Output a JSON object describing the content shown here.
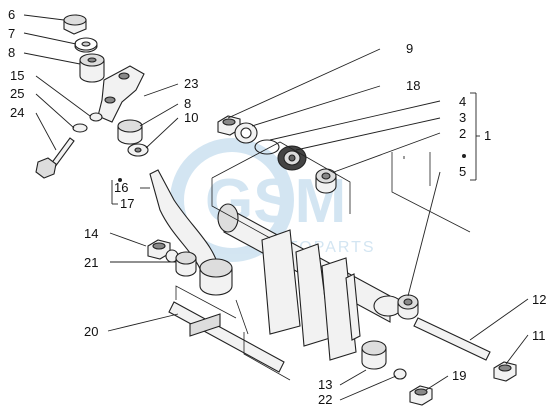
{
  "watermark": {
    "brand": "GSM",
    "sub": "MOTOPARTS",
    "color": "#cfe3f1"
  },
  "callouts": [
    {
      "id": "c6",
      "text": "6"
    },
    {
      "id": "c7",
      "text": "7"
    },
    {
      "id": "c8a",
      "text": "8"
    },
    {
      "id": "c15",
      "text": "15"
    },
    {
      "id": "c25",
      "text": "25"
    },
    {
      "id": "c24",
      "text": "24"
    },
    {
      "id": "c23",
      "text": "23"
    },
    {
      "id": "c8b",
      "text": "8"
    },
    {
      "id": "c10",
      "text": "10"
    },
    {
      "id": "c9",
      "text": "9"
    },
    {
      "id": "c18",
      "text": "18"
    },
    {
      "id": "c4",
      "text": "4"
    },
    {
      "id": "c3",
      "text": "3"
    },
    {
      "id": "c2",
      "text": "2"
    },
    {
      "id": "c1",
      "text": "1"
    },
    {
      "id": "c5",
      "text": "5"
    },
    {
      "id": "c16",
      "text": "16"
    },
    {
      "id": "c17",
      "text": "17"
    },
    {
      "id": "c14",
      "text": "14"
    },
    {
      "id": "c21",
      "text": "21"
    },
    {
      "id": "c20",
      "text": "20"
    },
    {
      "id": "c12",
      "text": "12"
    },
    {
      "id": "c11",
      "text": "11"
    },
    {
      "id": "c13",
      "text": "13"
    },
    {
      "id": "c19",
      "text": "19"
    },
    {
      "id": "c22",
      "text": "22"
    }
  ],
  "colors": {
    "line": "#222222",
    "part_fill": "#f2f2f2",
    "part_shade": "#cfcfcf"
  }
}
